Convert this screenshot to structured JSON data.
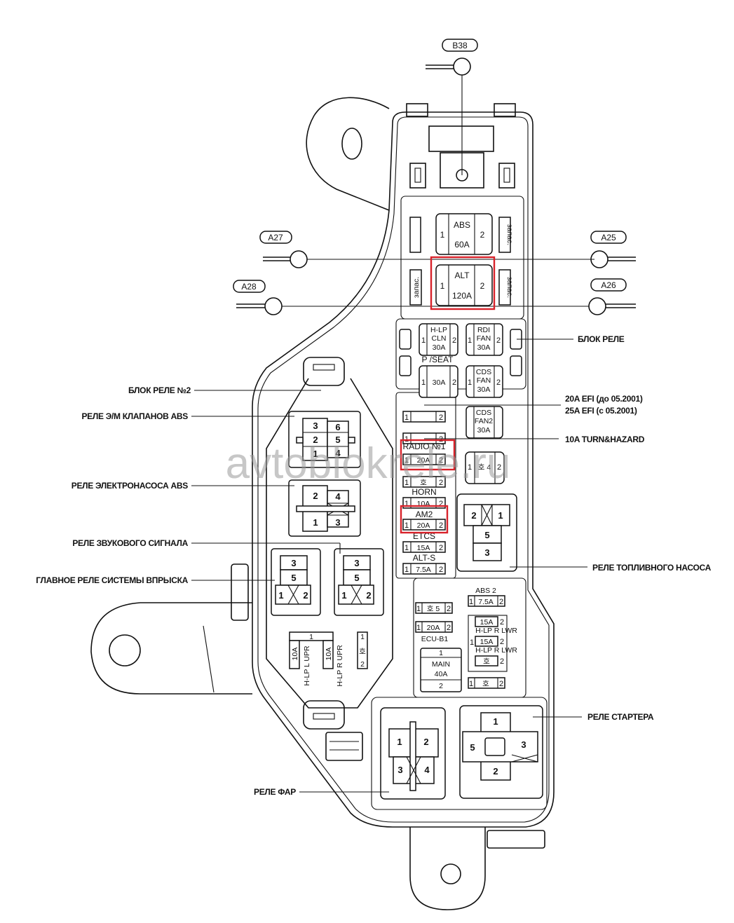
{
  "title": "Engine compartment fuse & relay block",
  "watermark": "avtoblokrele.ru",
  "colors": {
    "highlight": "#d8222a",
    "ink": "#111111",
    "watermark": "#9a9a9a"
  },
  "connectors": {
    "B38": "B38",
    "A27": "A27",
    "A28": "A28",
    "A25": "A25",
    "A26": "A26"
  },
  "callouts_left": [
    "БЛОК РЕЛЕ №2",
    "РЕЛЕ Э/М КЛАПАНОВ ABS",
    "РЕЛЕ ЭЛЕКТРОНАСОСА ABS",
    "РЕЛЕ ЗВУКОВОГО СИГНАЛА",
    "ГЛАВНОЕ РЕЛЕ СИСТЕМЫ ВПРЫСКА",
    "РЕЛЕ ФАР"
  ],
  "callouts_right": {
    "relay_block": "БЛОК РЕЛЕ",
    "efi_1": "20A EFI (до 05.2001)",
    "efi_2": "25A EFI (с 05.2001)",
    "turn": "10A TURN&HAZARD",
    "fuel_pump": "РЕЛЕ ТОПЛИВНОГО НАСОСА",
    "starter": "РЕЛЕ СТАРТЕРА"
  },
  "fusible_links": {
    "abs": {
      "name": "ABS",
      "rating": "60A",
      "pin1": "1",
      "pin2": "2"
    },
    "alt": {
      "name": "ALT",
      "rating": "120A",
      "pin1": "1",
      "pin2": "2",
      "highlighted": true
    },
    "spare": "запас."
  },
  "cartridge_fuses": {
    "hlp_cln": {
      "l1": "H-LP",
      "l2": "CLN",
      "rating": "30A"
    },
    "rdi_fan": {
      "l1": "RDI",
      "l2": "FAN",
      "rating": "30A"
    },
    "p_seat": {
      "label": "P /SEAT",
      "rating": "30A"
    },
    "cds_fan": {
      "l1": "CDS",
      "l2": "FAN",
      "rating": "30A"
    },
    "cds_fan2": {
      "l1": "CDS",
      "l2": "FAN2",
      "rating": "30A"
    },
    "pin1": "1",
    "pin2": "2"
  },
  "mini_fuses": {
    "efi": {
      "rating": "",
      "pin1": "1",
      "pin2": "2"
    },
    "turn": {
      "rating": "",
      "pin1": "1",
      "pin2": "2"
    },
    "radio": {
      "label": "RADIO №1",
      "rating": "20A",
      "highlighted": true
    },
    "spare1": {
      "rating": "호"
    },
    "horn": {
      "label": "HORN",
      "rating": "10A"
    },
    "am2": {
      "label": "AM2",
      "rating": "20A",
      "highlighted": true
    },
    "etcs": {
      "label": "ETCS",
      "rating": "15A"
    },
    "alts": {
      "label": "ALT-S",
      "rating": "7.5A"
    },
    "abs2": {
      "label": "ABS 2",
      "rating": "7.5A"
    },
    "spare5": {
      "rating": "호 5"
    },
    "ecu_b1": {
      "label": "ECU-B1",
      "rating": "20A"
    },
    "hlp_r_lwr_1": {
      "label": "H-LP R LWR",
      "rating": "15A"
    },
    "hlp_r_lwr_2": {
      "label": "H-LP R LWR",
      "rating": "15A"
    },
    "spare_b": {
      "rating": "호"
    },
    "spare_c": {
      "rating": "호"
    },
    "spare_relay": {
      "rating": "호 4"
    },
    "pin1": "1",
    "pin2": "2"
  },
  "main_fuse": {
    "pin1": "1",
    "name": "MAIN",
    "rating": "40A",
    "pin2": "2"
  },
  "hlp_upr": {
    "left": {
      "rating": "10A",
      "label": "H-LP L UPR"
    },
    "right": {
      "rating": "10A",
      "label": "H-LP R UPR"
    },
    "spare": "호",
    "pin1": "1",
    "pin2": "2"
  },
  "relays": {
    "abs_valve": [
      "3",
      "6",
      "2",
      "5",
      "1",
      "4"
    ],
    "abs_pump": [
      "2",
      "4",
      "1",
      "3"
    ],
    "horn": [
      "3",
      "5",
      "1",
      "2"
    ],
    "efi_main": [
      "3",
      "5",
      "1",
      "2"
    ],
    "fuel_pump": [
      "2",
      "1",
      "5",
      "3"
    ],
    "headlight": [
      "1",
      "2",
      "3",
      "4"
    ],
    "starter": [
      "1",
      "5",
      "3",
      "2"
    ]
  }
}
